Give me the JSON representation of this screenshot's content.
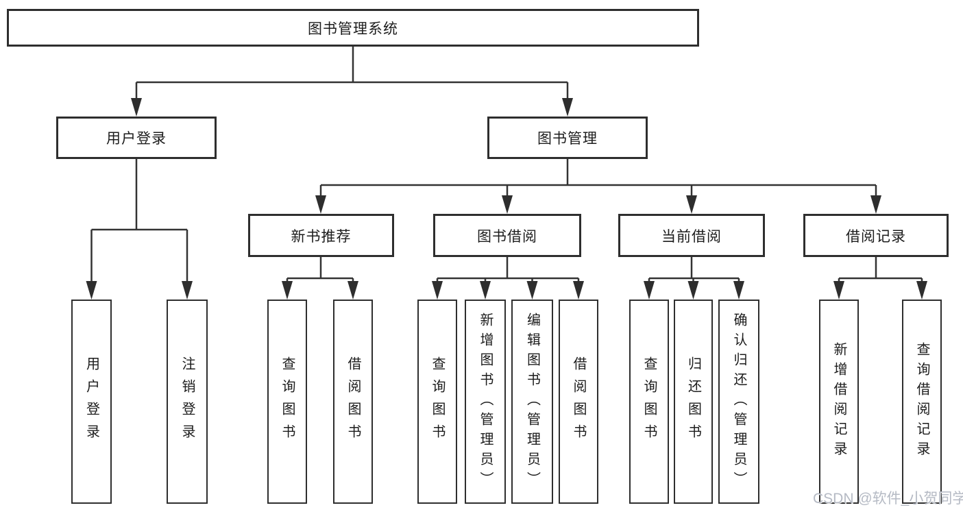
{
  "colors": {
    "line": "#333333",
    "box_border": "#2e2e2e",
    "box_fill": "#ffffff",
    "text": "#1c1c1c",
    "watermark": "#b5bac4",
    "background": "#ffffff"
  },
  "tree": {
    "root": {
      "label": "图书管理系统",
      "children": [
        {
          "label": "用户登录",
          "children": [
            {
              "label": "用户登录"
            },
            {
              "label": "注销登录"
            }
          ]
        },
        {
          "label": "图书管理",
          "children": [
            {
              "label": "新书推荐",
              "children": [
                {
                  "label": "查询图书"
                },
                {
                  "label": "借阅图书"
                }
              ]
            },
            {
              "label": "图书借阅",
              "children": [
                {
                  "label": "查询图书"
                },
                {
                  "label": "新增图书（管理员）"
                },
                {
                  "label": "编辑图书（管理员）"
                },
                {
                  "label": "借阅图书"
                }
              ]
            },
            {
              "label": "当前借阅",
              "children": [
                {
                  "label": "查询图书"
                },
                {
                  "label": "归还图书"
                },
                {
                  "label": "确认归还（管理员）"
                }
              ]
            },
            {
              "label": "借阅记录",
              "children": [
                {
                  "label": "新增借阅记录"
                },
                {
                  "label": "查询借阅记录"
                }
              ]
            }
          ]
        }
      ]
    }
  },
  "watermark": "CSDN @软件_小贺同学"
}
